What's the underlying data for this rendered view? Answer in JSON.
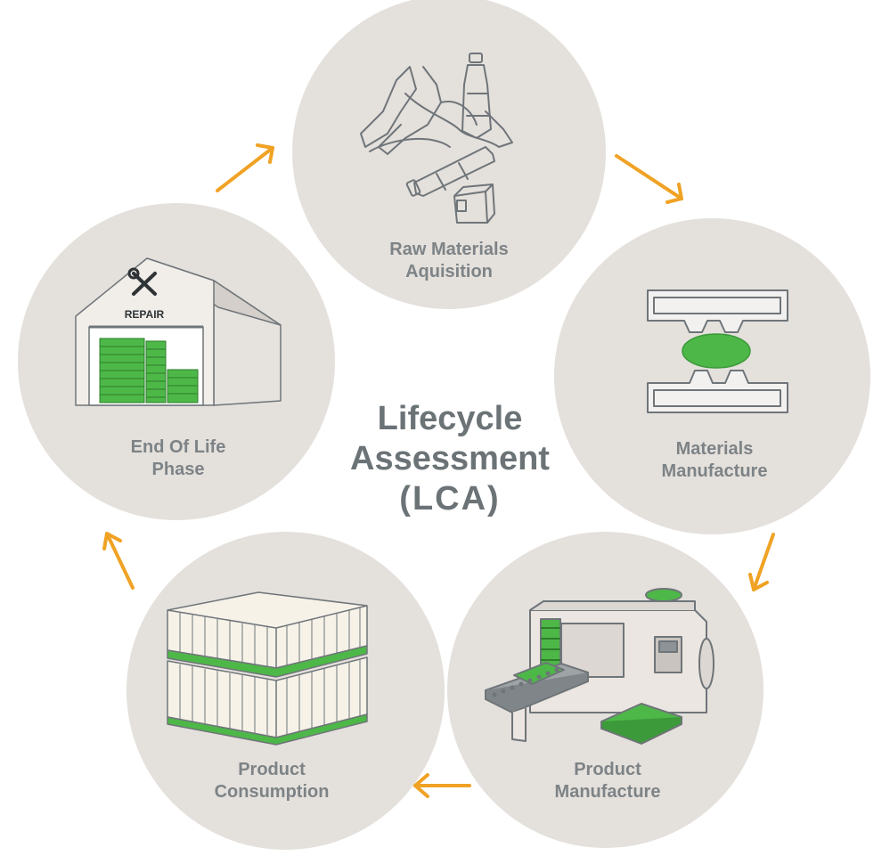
{
  "title": {
    "line1": "Lifecycle",
    "line2": "Assessment",
    "line3": "(LCA)"
  },
  "stages": [
    {
      "id": "raw-materials",
      "line1": "Raw Materials",
      "line2": "Aquisition"
    },
    {
      "id": "materials-manufacture",
      "line1": "Materials",
      "line2": "Manufacture"
    },
    {
      "id": "product-manufacture",
      "line1": "Product",
      "line2": "Manufacture"
    },
    {
      "id": "product-consumption",
      "line1": "Product",
      "line2": "Consumption"
    },
    {
      "id": "end-of-life",
      "line1": "End Of Life",
      "line2": "Phase"
    }
  ],
  "repair_sign": "REPAIR",
  "colors": {
    "circle": "#e4e0dc",
    "arrow": "#f0a224",
    "green": "#4db848",
    "text": "#7d8386",
    "title": "#6c7377"
  },
  "icons": [
    "plastic-waste-icon",
    "mold-icon",
    "injection-machine-icon",
    "pallet-stack-icon",
    "repair-warehouse-icon",
    "cycle-arrow-icon"
  ]
}
